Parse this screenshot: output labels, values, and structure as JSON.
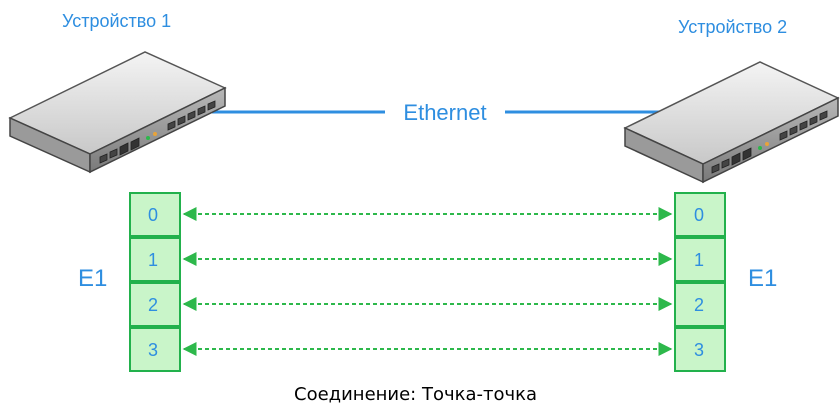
{
  "devices": [
    {
      "label": "Устройство 1"
    },
    {
      "label": "Устройство 2"
    }
  ],
  "link": {
    "label": "Ethernet"
  },
  "e1": {
    "left_label": "E1",
    "right_label": "E1",
    "channels": [
      "0",
      "1",
      "2",
      "3"
    ]
  },
  "caption": "Соединение: Точка-точка",
  "colors": {
    "accent_blue": "#2e8ee0",
    "channel_fill": "#c9f5c9",
    "channel_border": "#22b14c",
    "arrow": "#2db84b"
  }
}
